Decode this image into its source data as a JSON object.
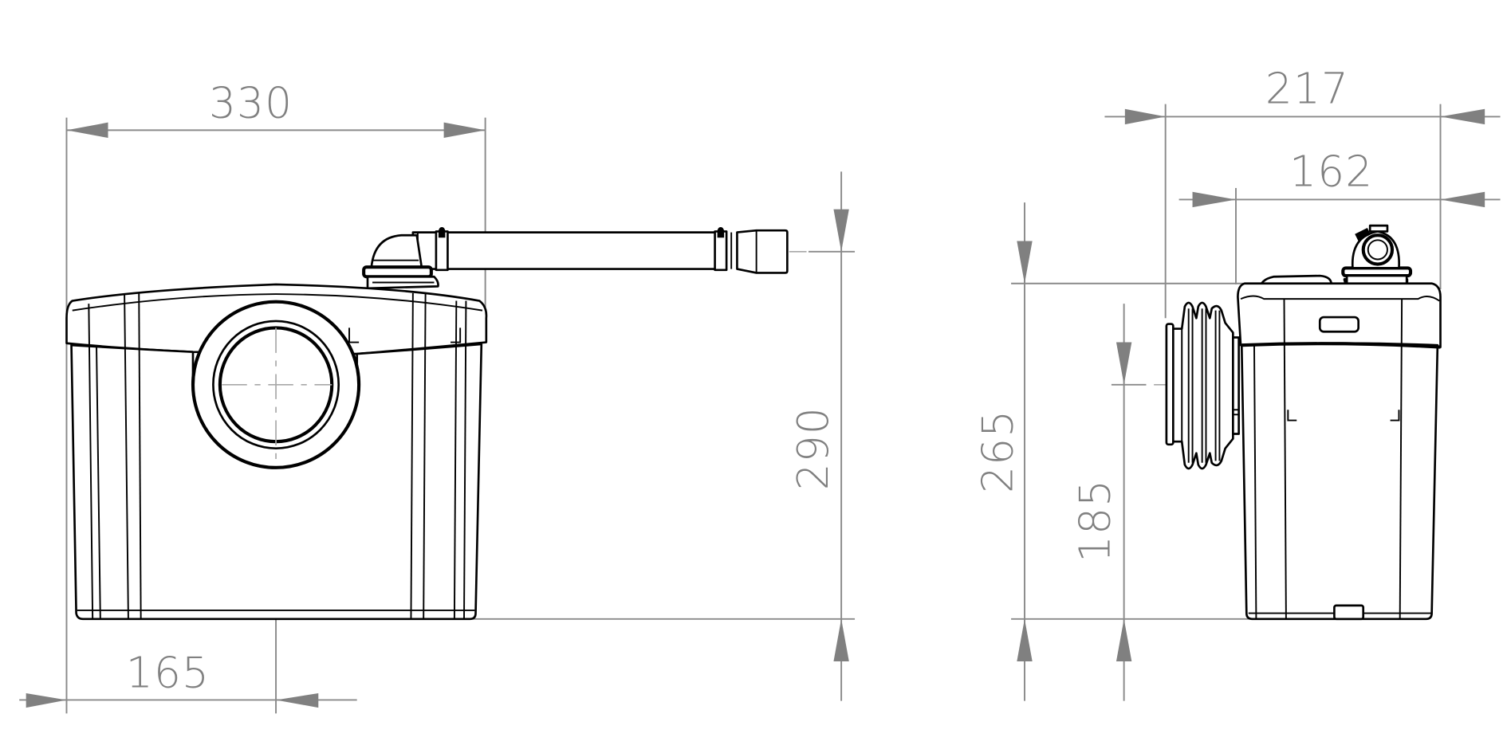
{
  "drawing": {
    "type": "technical dimension drawing",
    "units": "mm",
    "line_color": "#000000",
    "dimension_color": "#808080",
    "background": "#ffffff"
  },
  "front_view": {
    "dimensions": {
      "width": "330",
      "height": "290",
      "inlet_center_offset": "165"
    }
  },
  "side_view": {
    "dimensions": {
      "overall_depth": "217",
      "body_depth": "162",
      "body_height": "265",
      "inlet_center_height": "185"
    }
  }
}
